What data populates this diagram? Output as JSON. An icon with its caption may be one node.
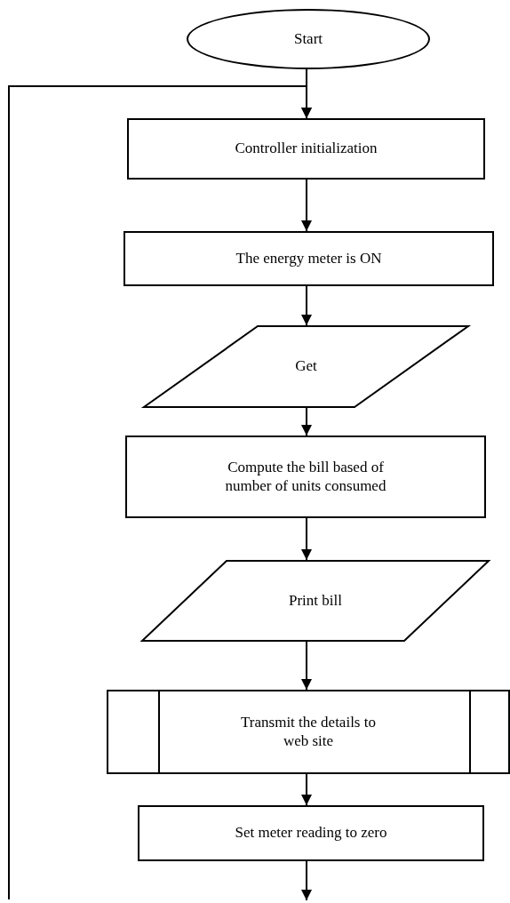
{
  "diagram": {
    "nodes": [
      {
        "text": [
          "Start"
        ]
      },
      {
        "text": [
          "Controller initialization"
        ]
      },
      {
        "text": [
          "The energy meter is ON"
        ]
      },
      {
        "text": [
          "Get"
        ]
      },
      {
        "text": [
          "Compute the bill based of number of units consumed"
        ]
      },
      {
        "text": [
          "Print bill"
        ]
      },
      {
        "text": [
          "Transmit the details to web site"
        ]
      },
      {
        "text": [
          "Set meter reading to zero"
        ]
      }
    ],
    "edges": [
      {
        "from": 0,
        "to": 1,
        "arrow": "to"
      },
      {
        "from": 1,
        "to": 2,
        "arrow": "to"
      },
      {
        "from": 2,
        "to": 3,
        "arrow": "to"
      },
      {
        "from": 3,
        "to": 4,
        "arrow": "to"
      },
      {
        "from": 4,
        "to": 5,
        "arrow": "to"
      },
      {
        "from": 5,
        "to": 6,
        "arrow": "to"
      },
      {
        "from": 6,
        "to": 7,
        "arrow": "to"
      },
      {
        "from": 7,
        "to": null,
        "arrow": "to"
      },
      {
        "from": null,
        "to": 1,
        "arrow": "to"
      }
    ]
  }
}
